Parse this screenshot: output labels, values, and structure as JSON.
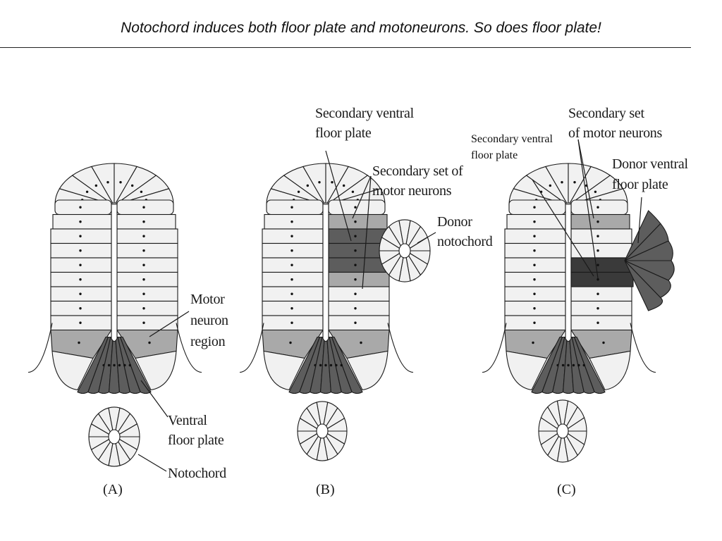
{
  "slide": {
    "title": "Notochord induces both floor plate and motoneurons. So does floor plate!"
  },
  "panel_a": {
    "letter": "(A)",
    "labels": {
      "motor_neuron": "Motor",
      "motor_neuron_2": "neuron",
      "motor_neuron_3": "region",
      "ventral_floor": "Ventral",
      "ventral_floor_2": "floor plate",
      "notochord": "Notochord"
    }
  },
  "panel_b": {
    "letter": "(B)",
    "labels": {
      "secondary_floor": "Secondary ventral",
      "secondary_floor_2": "floor plate",
      "secondary_motor": "Secondary set of",
      "secondary_motor_2": "motor neurons",
      "donor": "Donor",
      "donor_2": "notochord"
    }
  },
  "panel_c": {
    "letter": "(C)",
    "labels": {
      "secondary_motor": "Secondary set",
      "secondary_motor_2": "of motor neurons",
      "secondary_floor": "Secondary ventral",
      "secondary_floor_2": "floor plate",
      "donor": "Donor ventral",
      "donor_2": "floor plate"
    }
  },
  "colors": {
    "cell_light": "#f1f1f1",
    "cell_medium": "#a9a9a9",
    "cell_dark": "#5d5d5d",
    "cell_black": "#3a3a3a",
    "line": "#1a1a1a"
  }
}
